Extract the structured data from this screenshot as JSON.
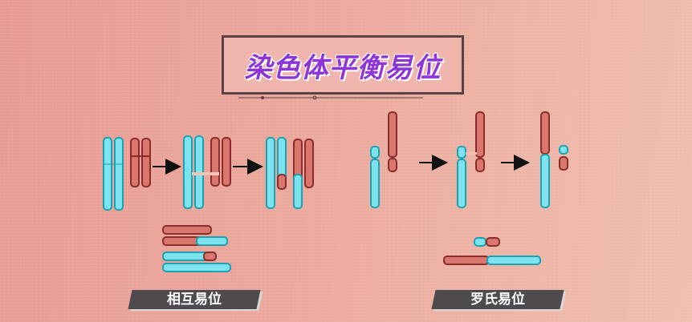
{
  "title": "染色体平衡易位",
  "labels": {
    "reciprocal": "相互易位",
    "robertsonian": "罗氏易位"
  },
  "colors": {
    "cyan_fill": "#7fe3ef",
    "cyan_stroke": "#1aa3b5",
    "red_fill": "#d9776f",
    "red_stroke": "#8b2d2b",
    "title_text": "#8d35d6",
    "label_bg": "#4e4a4e"
  },
  "icons": [
    "arrow-right-icon"
  ]
}
